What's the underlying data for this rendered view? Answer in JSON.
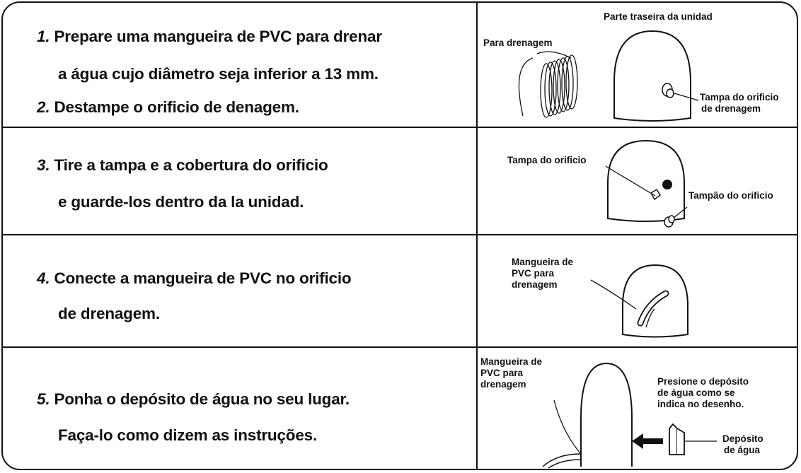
{
  "steps": [
    {
      "num": "1.",
      "lines": [
        "Prepare uma mangueira de PVC para drenar",
        "a água cujo diâmetro seja inferior a 13 mm."
      ]
    },
    {
      "num": "2.",
      "lines": [
        "Destampe o orificio de denagem."
      ]
    },
    {
      "num": "3.",
      "lines": [
        "Tire a tampa e a cobertura do orificio",
        "e guarde-los dentro da la unidad."
      ]
    },
    {
      "num": "4.",
      "lines": [
        "Conecte a mangueira de PVC no orificio",
        "de drenagem."
      ]
    },
    {
      "num": "5.",
      "lines": [
        "Ponha o depósito de água no seu lugar.",
        "Faça-lo como dizem as instruções."
      ]
    }
  ],
  "illustrations": {
    "panel1": {
      "back_label": "Parte traseira da unidad",
      "hose_label": "Para drenagem",
      "cap_label": [
        "Tampa do orificio",
        "de drenagem"
      ]
    },
    "panel2": {
      "cap_label": "Tampa do orificio",
      "plug_label": "Tampão do orificio"
    },
    "panel3": {
      "hose_label": [
        "Mangueira de",
        "PVC para",
        "drenagem"
      ]
    },
    "panel4": {
      "hose_label": [
        "Mangueira de",
        "PVC para",
        "drenagem"
      ],
      "press_label": [
        "Presione o depósito",
        "de água como se",
        "indica no desenho."
      ],
      "tank_label": [
        "Depósito",
        "de água"
      ]
    }
  }
}
